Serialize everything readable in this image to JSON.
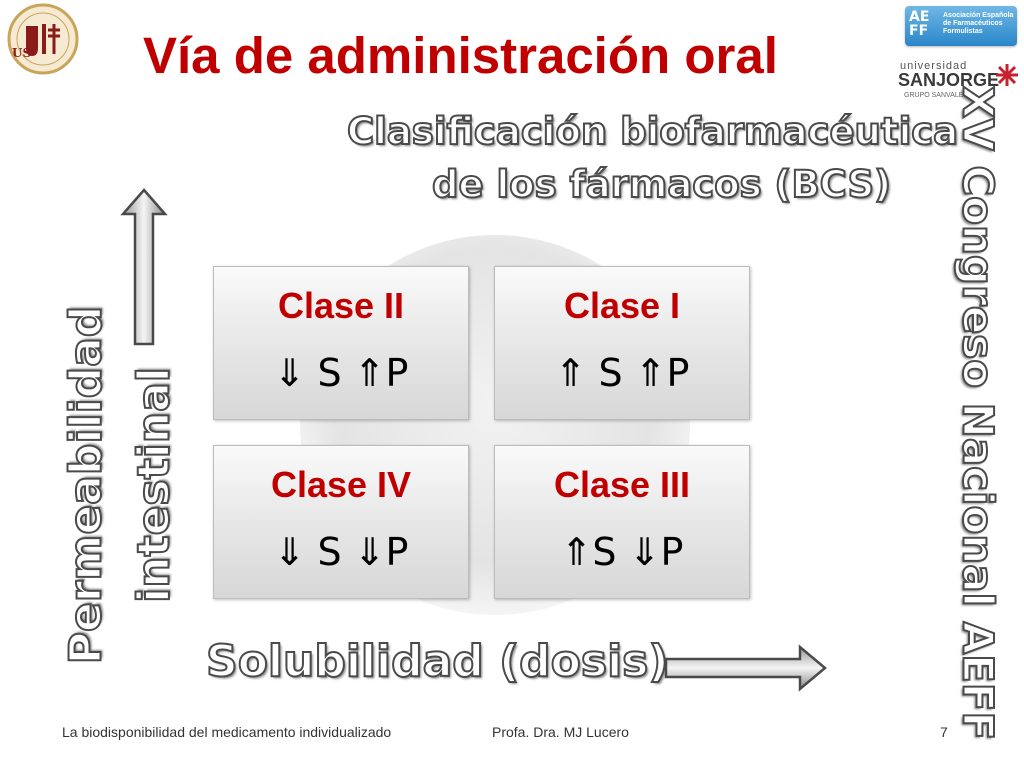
{
  "slide": {
    "title": "Vía de administración oral",
    "subtitle_line1": "Clasificación biofarmacéutica",
    "subtitle_line2": "de los fármacos (BCS)",
    "side_banner": "XV Congreso Nacional AEFF",
    "y_axis_label_line1": "Permeabilidad",
    "y_axis_label_line2": "intestinal",
    "x_axis_label": "Solubilidad (dosis)"
  },
  "classes": {
    "class_ii": {
      "name": "Clase II",
      "props": "⇓ S ⇑P"
    },
    "class_i": {
      "name": "Clase I",
      "props": "⇑ S ⇑P"
    },
    "class_iv": {
      "name": "Clase IV",
      "props": "⇓ S ⇓P"
    },
    "class_iii": {
      "name": "Clase III",
      "props": "⇑S ⇓P"
    }
  },
  "logos": {
    "left": {
      "text": "US"
    },
    "aeff": {
      "mark": "AE\nFF",
      "subtitle": "Asociación Española de Farmacéuticos Formulistas"
    },
    "sanjorge": {
      "line1": "universidad",
      "line2": "SANJORGE",
      "line3": "GRUPO SANVALERO"
    }
  },
  "footer": {
    "left": "La biodisponibilidad del medicamento individualizado",
    "center": "Profa. Dra. MJ Lucero",
    "page_number": "7"
  },
  "colors": {
    "title": "#c00000",
    "class_name": "#c00000",
    "outline": "#4a4a4a"
  }
}
